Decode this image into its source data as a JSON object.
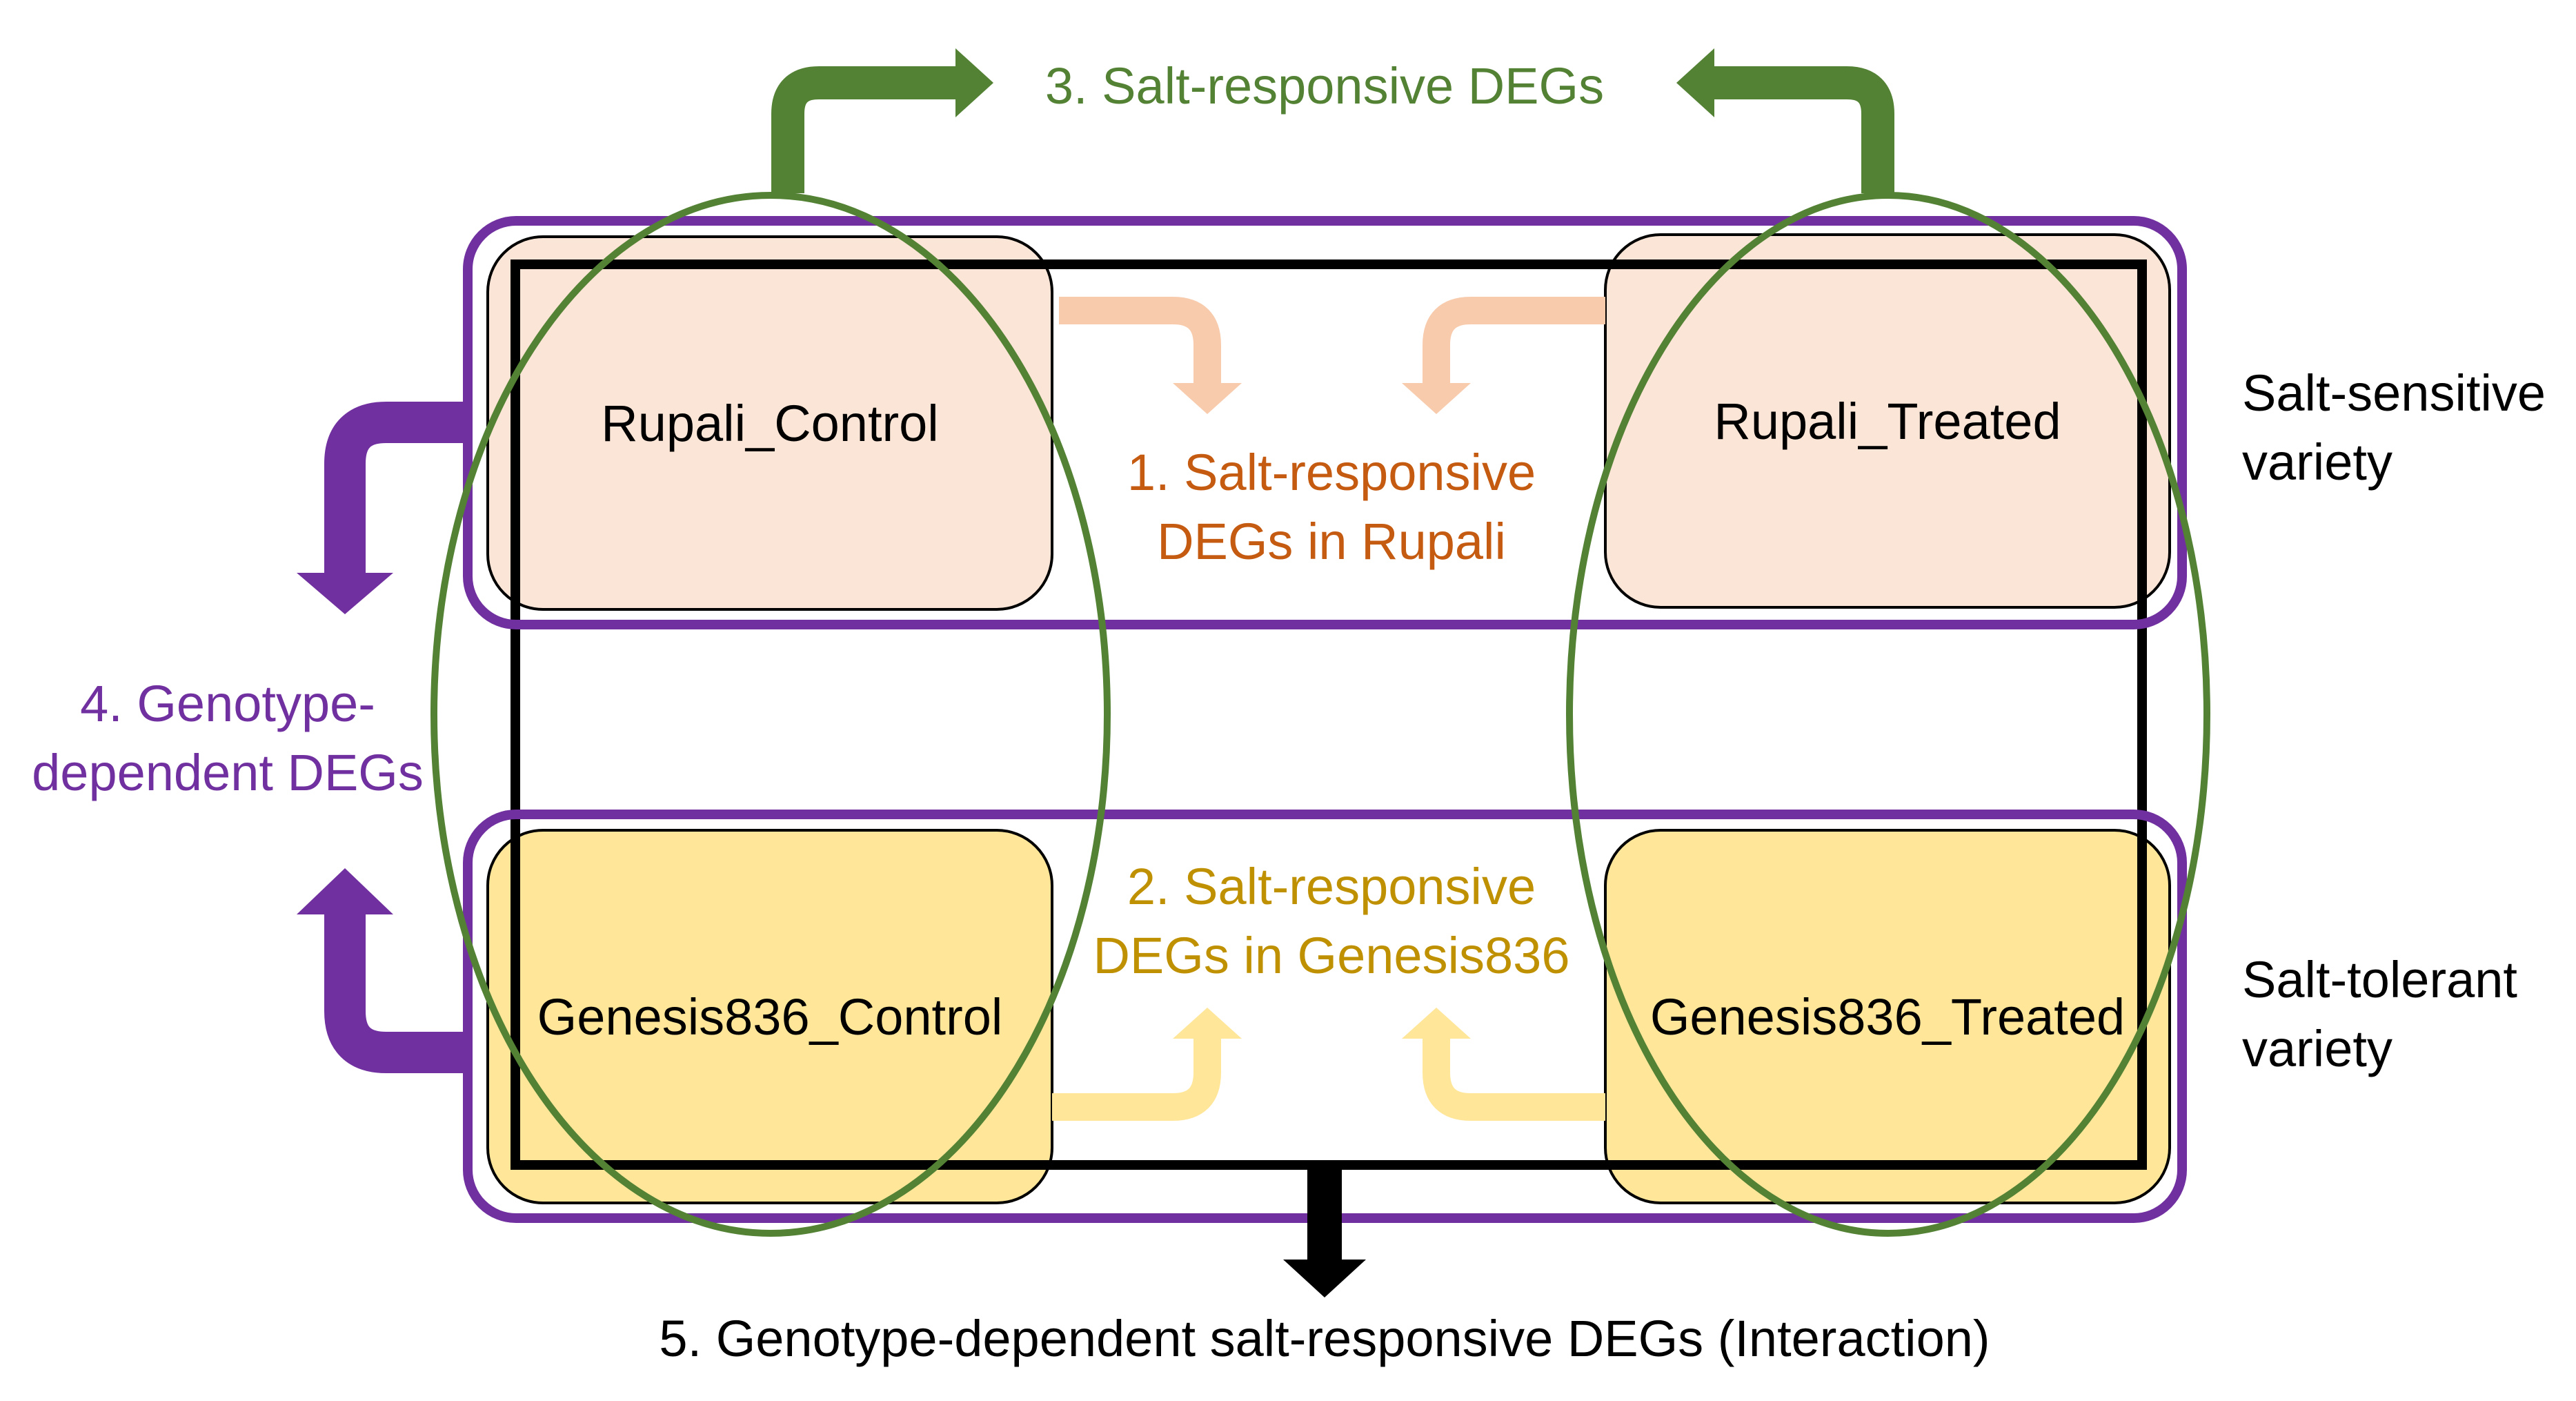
{
  "boxes": {
    "rupali_control": "Rupali_Control",
    "rupali_treated": "Rupali_Treated",
    "genesis_control": "Genesis836_Control",
    "genesis_treated": "Genesis836_Treated"
  },
  "labels": {
    "deg1_line1": "1. Salt-responsive",
    "deg1_line2": "DEGs in Rupali",
    "deg2_line1": "2. Salt-responsive",
    "deg2_line2": "DEGs in Genesis836",
    "deg3": "3. Salt-responsive DEGs",
    "deg4_line1": "4. Genotype-",
    "deg4_line2": "dependent DEGs",
    "deg5": "5. Genotype-dependent salt-responsive DEGs (Interaction)"
  },
  "varieties": {
    "sensitive_line1": "Salt-sensitive",
    "sensitive_line2": "variety",
    "tolerant_line1": "Salt-tolerant",
    "tolerant_line2": "variety"
  },
  "colors": {
    "rupali_fill": "#FBE5D6",
    "genesis_fill": "#FFE699",
    "salmon_arrow": "#F8CBAD",
    "yellow_arrow": "#FFE699",
    "green": "#548235",
    "purple": "#7030A0",
    "orange_text": "#C55A11",
    "gold_text": "#BF9000"
  }
}
